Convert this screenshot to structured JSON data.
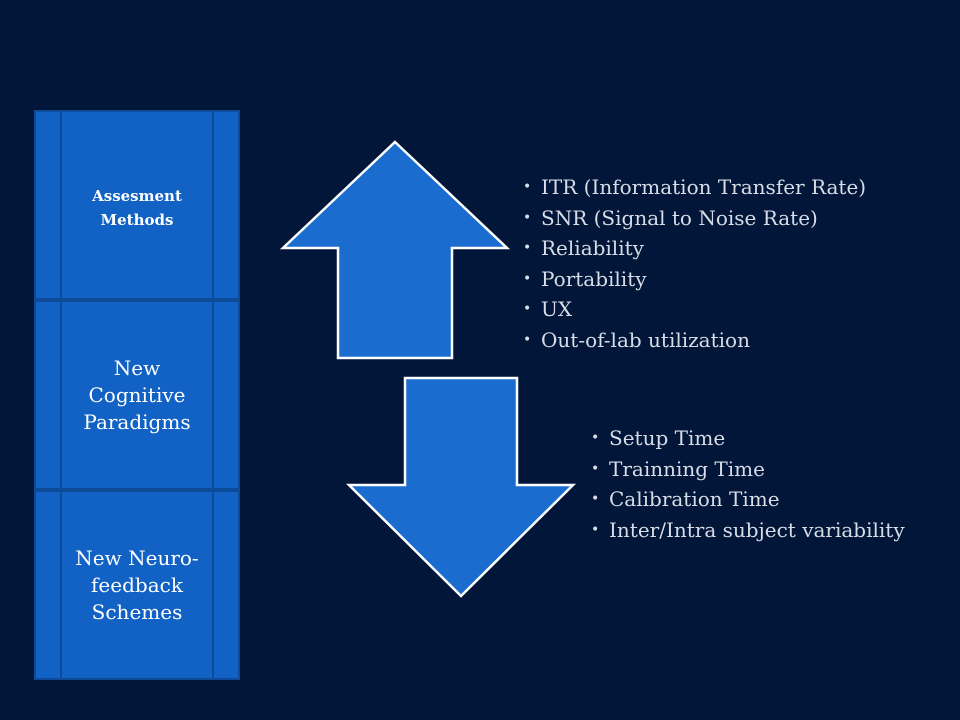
{
  "slide": {
    "background_color": "#011638",
    "box_color": "#1162c4",
    "arrow_color": "#1a6ccf",
    "text_color": "#d8dce6"
  },
  "process": {
    "items": [
      {
        "label": "Assesment Methods"
      },
      {
        "label": "New Cognitive Paradigms"
      },
      {
        "label": "New Neuro-feedback Schemes"
      }
    ]
  },
  "arrows": {
    "up": {
      "direction": "up",
      "icon": "up-arrow-icon"
    },
    "down": {
      "direction": "down",
      "icon": "down-arrow-icon"
    }
  },
  "increase_list": {
    "items": [
      "ITR (Information Transfer Rate)",
      "SNR (Signal to Noise Rate)",
      "Reliability",
      "Portability",
      "UX",
      "Out-of-lab utilization"
    ]
  },
  "decrease_list": {
    "items": [
      "Setup Time",
      "Trainning Time",
      "Calibration Time",
      "Inter/Intra subject variability"
    ]
  },
  "bullet_glyph": "•"
}
